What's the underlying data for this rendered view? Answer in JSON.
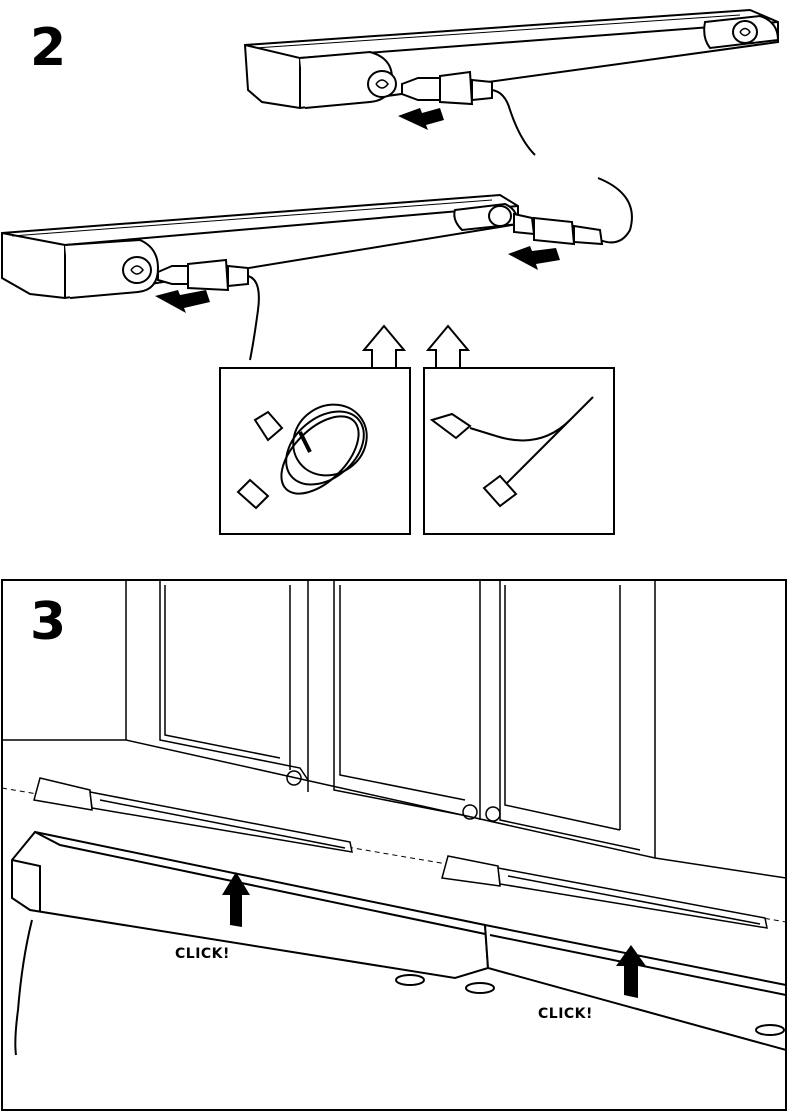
{
  "step2": {
    "number": "2"
  },
  "step3": {
    "number": "3",
    "click_left": "CLICK!",
    "click_right": "CLICK!"
  }
}
